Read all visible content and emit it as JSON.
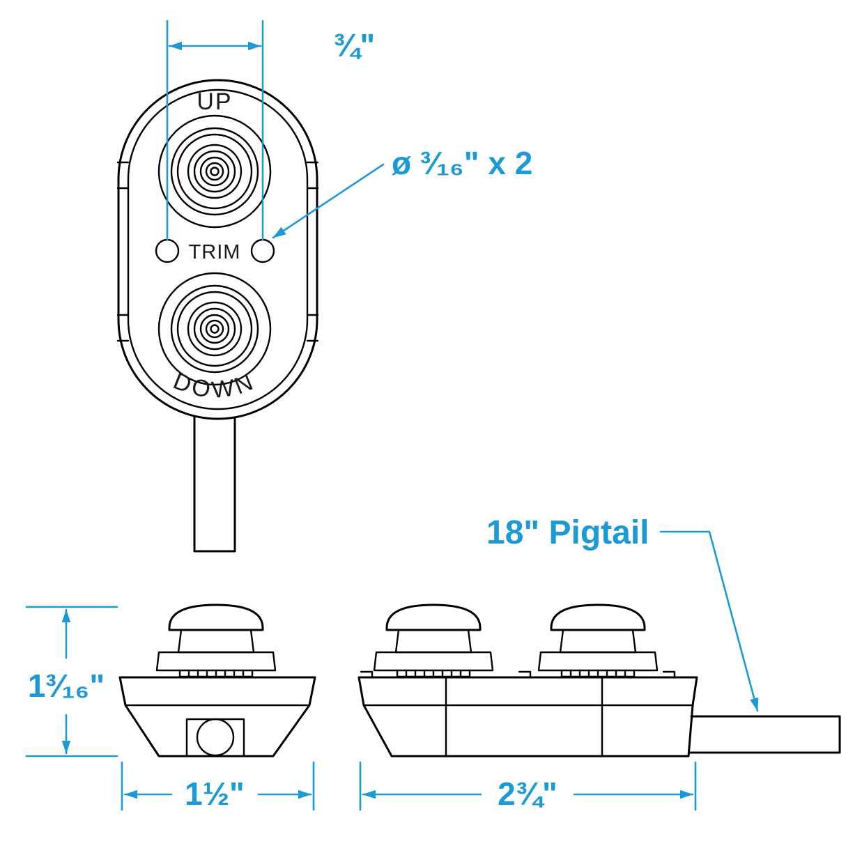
{
  "front_view": {
    "up_label": "UP",
    "trim_label": "TRIM",
    "down_label": "DOWN"
  },
  "callouts": {
    "hole_spacing": "¾\"",
    "hole_diameter": "ø ³⁄₁₆\" x 2",
    "pigtail_length": "18\" Pigtail"
  },
  "dimensions": {
    "height": "1³⁄₁₆\"",
    "single_width": "1½\"",
    "double_width": "2¾\""
  },
  "colors": {
    "drawing_line": "#000000",
    "dimension_blue": "#1c9ad6"
  }
}
